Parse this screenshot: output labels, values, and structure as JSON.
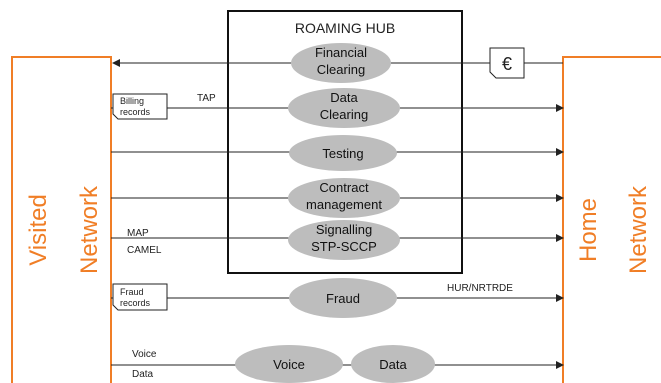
{
  "hub": {
    "title": "ROAMING HUB"
  },
  "networks": {
    "visited": [
      "Visited",
      "Network"
    ],
    "home": [
      "Home",
      "Network"
    ]
  },
  "services": {
    "financial": [
      "Financial",
      "Clearing"
    ],
    "data_clearing": [
      "Data",
      "Clearing"
    ],
    "testing": [
      "Testing"
    ],
    "contract": [
      "Contract",
      "management"
    ],
    "signalling": [
      "Signalling",
      "STP-SCCP"
    ],
    "fraud": [
      "Fraud"
    ],
    "voice": [
      "Voice"
    ],
    "data": [
      "Data"
    ]
  },
  "labels": {
    "euro": "€",
    "billing": [
      "Billing",
      "records"
    ],
    "tap": "TAP",
    "map": "MAP",
    "camel": "CAMEL",
    "fraud_records": [
      "Fraud",
      "records"
    ],
    "hur": "HUR/NRTRDE",
    "voice_line": "Voice",
    "data_line": "Data"
  },
  "colors": {
    "network": "#f07e26",
    "service_fill": "#bdbdbd",
    "line": "#222222"
  }
}
